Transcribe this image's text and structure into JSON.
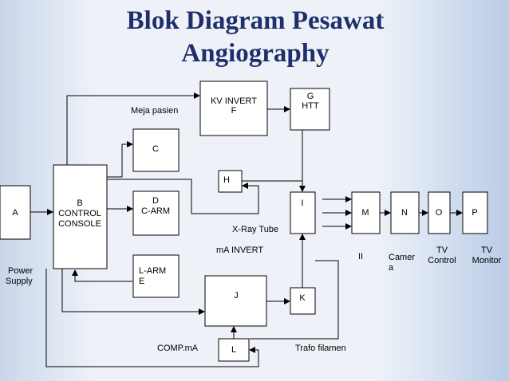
{
  "title": "Blok Diagram Pesawat\nAngiography",
  "blocks": {
    "a": "A",
    "b": [
      "B",
      "CONTROL",
      "CONSOLE"
    ],
    "c": "C",
    "d": [
      "D",
      "C-ARM"
    ],
    "e_label": [
      "L-ARM",
      "E"
    ],
    "f": [
      "KV INVERT",
      "F"
    ],
    "g": [
      "G",
      "HTT"
    ],
    "h": "H",
    "i": "I",
    "j": "J",
    "k": "K",
    "l": "L",
    "m": "M",
    "n": "N",
    "o": "O",
    "p": "P"
  },
  "labels": {
    "power_supply": [
      "Power",
      "Supply"
    ],
    "meja_pasien": "Meja pasien",
    "xray_tube": "X-Ray Tube",
    "ma_invert": "mA INVERT",
    "comp_ma": "COMP.mA",
    "trafo_filamen": "Trafo filamen",
    "ii": "II",
    "camera": [
      "Camer",
      "a"
    ],
    "tv_control": [
      "TV",
      "Control"
    ],
    "tv_monitor": [
      "TV",
      "Monitor"
    ]
  }
}
